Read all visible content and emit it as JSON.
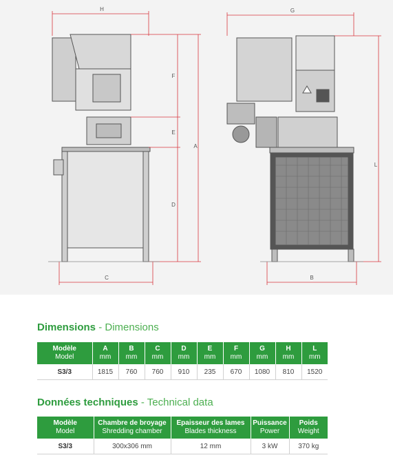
{
  "drawing": {
    "labels": {
      "H": "H",
      "G": "G",
      "F": "F",
      "E": "E",
      "A": "A",
      "D": "D",
      "L": "L",
      "C": "C",
      "B": "B"
    },
    "dim_color": "#d9363e"
  },
  "dimensions": {
    "title": "Dimensions",
    "subtitle": "- Dimensions",
    "columns": [
      {
        "fr": "Modèle",
        "en": "Model"
      },
      {
        "fr": "A",
        "en": "mm"
      },
      {
        "fr": "B",
        "en": "mm"
      },
      {
        "fr": "C",
        "en": "mm"
      },
      {
        "fr": "D",
        "en": "mm"
      },
      {
        "fr": "E",
        "en": "mm"
      },
      {
        "fr": "F",
        "en": "mm"
      },
      {
        "fr": "G",
        "en": "mm"
      },
      {
        "fr": "H",
        "en": "mm"
      },
      {
        "fr": "L",
        "en": "mm"
      }
    ],
    "row": [
      "S3/3",
      "1815",
      "760",
      "760",
      "910",
      "235",
      "670",
      "1080",
      "810",
      "1520"
    ]
  },
  "technical": {
    "title": "Données techniques",
    "subtitle": "- Technical data",
    "columns": [
      {
        "fr": "Modèle",
        "en": "Model"
      },
      {
        "fr": "Chambre de broyage",
        "en": "Shredding chamber"
      },
      {
        "fr": "Epaisseur des lames",
        "en": "Blades thickness"
      },
      {
        "fr": "Puissance",
        "en": "Power"
      },
      {
        "fr": "Poids",
        "en": "Weight"
      }
    ],
    "row": [
      "S3/3",
      "300x306 mm",
      "12 mm",
      "3 kW",
      "370 kg"
    ]
  },
  "colors": {
    "accent": "#2e9c3e"
  }
}
